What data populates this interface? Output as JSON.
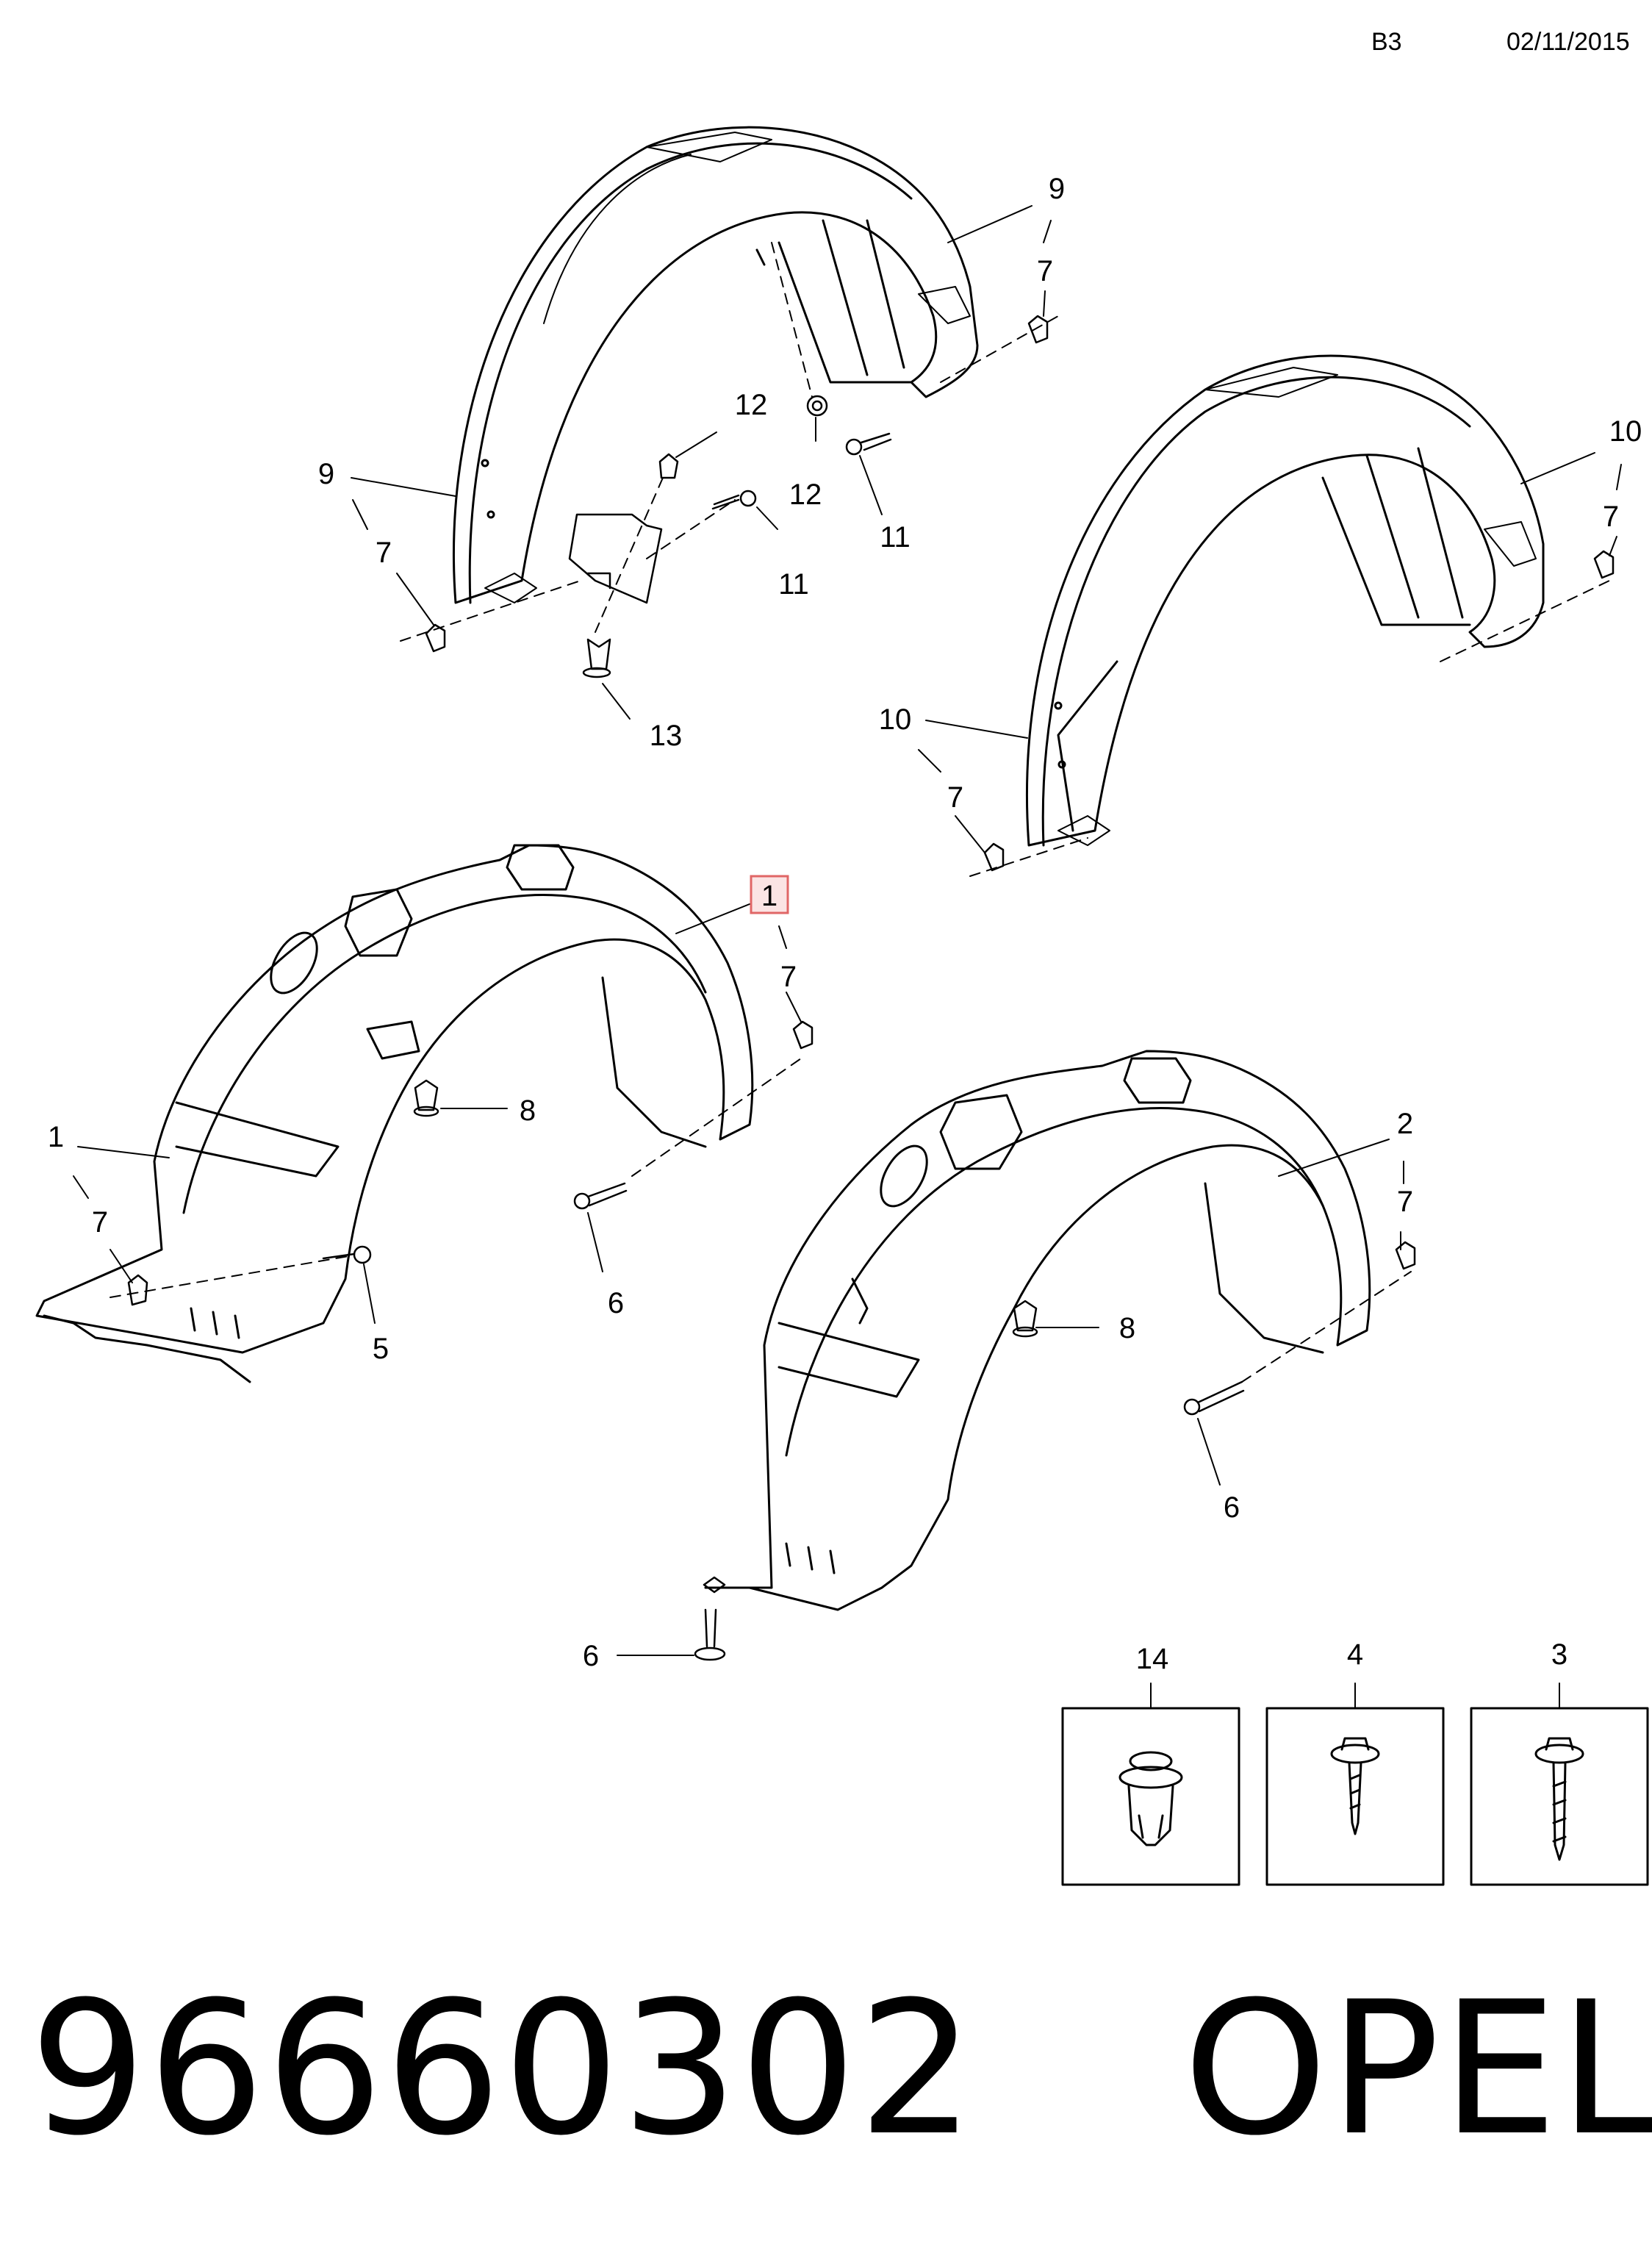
{
  "header": {
    "sheet_code": "B3",
    "date": "02/11/2015"
  },
  "callouts": {
    "c9a": "9",
    "c7a": "7",
    "c9b": "9",
    "c7b": "7",
    "c12a": "12",
    "c12b": "12",
    "c11a": "11",
    "c11b": "11",
    "c13": "13",
    "c10a": "10",
    "c7c": "7",
    "c10b": "10",
    "c7d": "7",
    "c1a": "1",
    "c7e": "7",
    "c1b": "1",
    "c7f": "7",
    "c8a": "8",
    "c6a": "6",
    "c5": "5",
    "c2": "2",
    "c7g": "7",
    "c8b": "8",
    "c6b": "6",
    "c6c": "6",
    "c14": "14",
    "c4": "4",
    "c3": "3"
  },
  "caption": {
    "part_number": "96660302",
    "brand": "OPEL"
  },
  "colors": {
    "highlight_box": "#e06666",
    "highlight_fill": "#fbe4e4",
    "line": "#000000"
  }
}
